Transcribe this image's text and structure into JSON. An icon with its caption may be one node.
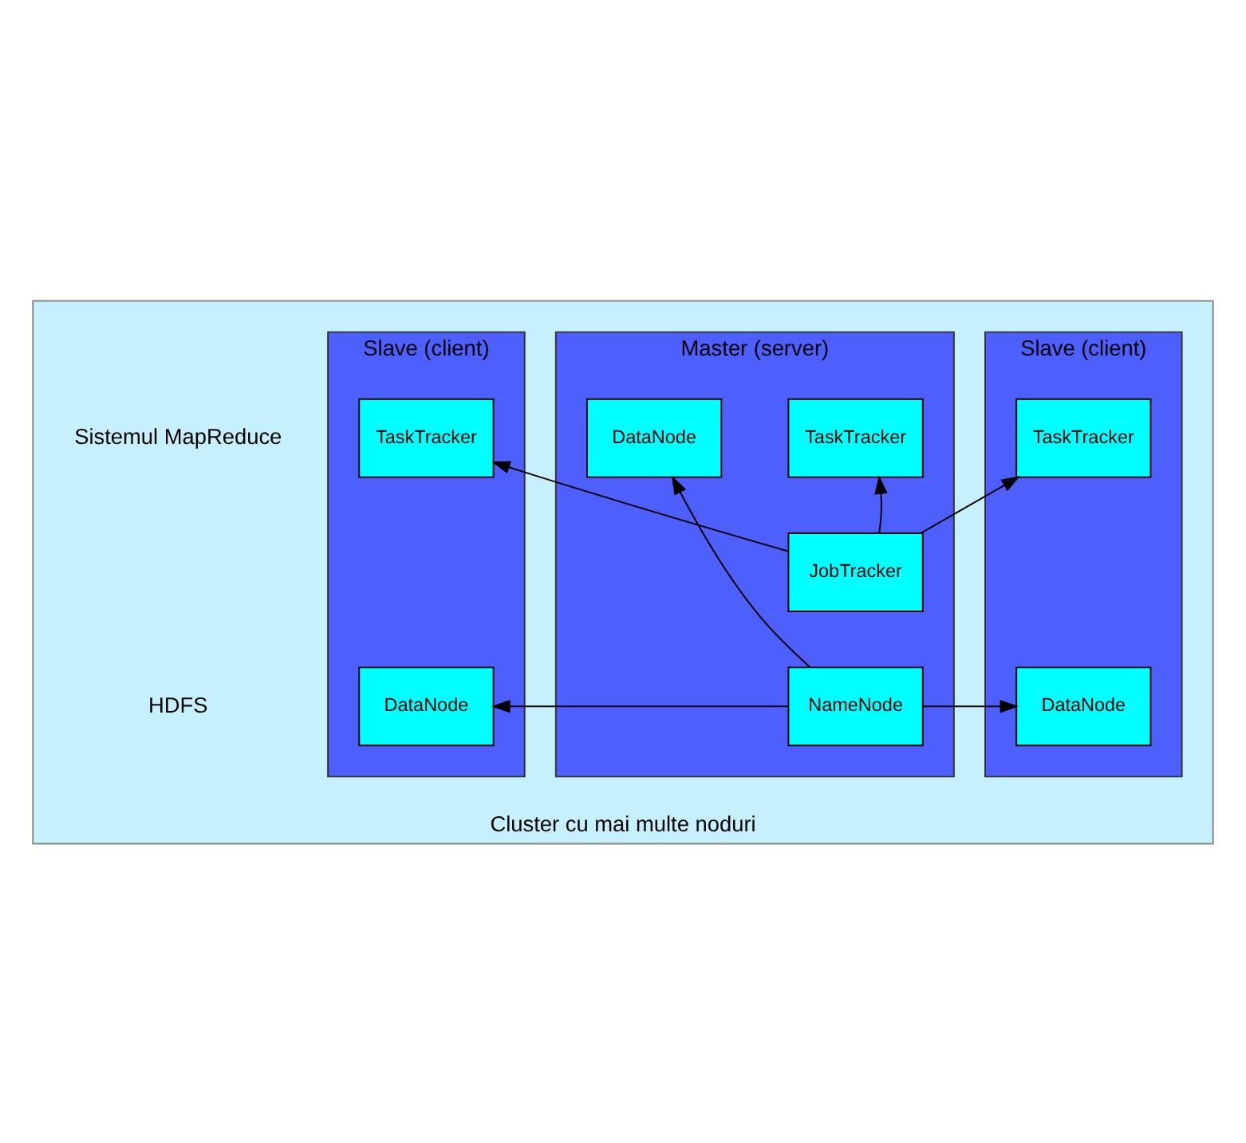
{
  "diagram": {
    "nodes": [
      {
        "text": [
          "Cluster cu mai multe noduri"
        ]
      },
      {
        "text": [
          "Slave (client)"
        ],
        "in": 0
      },
      {
        "text": [
          "TaskTracker"
        ],
        "in": 1
      },
      {
        "text": [
          "DataNode"
        ],
        "in": 1
      },
      {
        "text": [
          "Master (server)"
        ],
        "in": 0
      },
      {
        "text": [
          "TaskTracker"
        ],
        "in": 4
      },
      {
        "text": [
          "JobTracker"
        ],
        "in": 4
      },
      {
        "text": [
          "NameNode"
        ],
        "in": 4
      },
      {
        "text": [
          "DataNode"
        ],
        "in": 4
      },
      {
        "text": [
          "Slave (client)"
        ],
        "in": 0
      },
      {
        "text": [
          "TaskTracker"
        ],
        "in": 9
      },
      {
        "text": [
          "DataNode"
        ],
        "in": 9
      }
    ],
    "edges": [
      {
        "from": 6,
        "to": 2,
        "arrow": "to"
      },
      {
        "from": 6,
        "to": 5,
        "arrow": "to"
      },
      {
        "from": 6,
        "to": 10,
        "arrow": "to"
      },
      {
        "from": 7,
        "to": 3,
        "arrow": "to"
      },
      {
        "from": 7,
        "to": 8,
        "arrow": "to"
      },
      {
        "from": 7,
        "to": 11,
        "arrow": "to"
      }
    ],
    "labels": [
      "Sistemul MapReduce",
      "HDFS"
    ]
  }
}
